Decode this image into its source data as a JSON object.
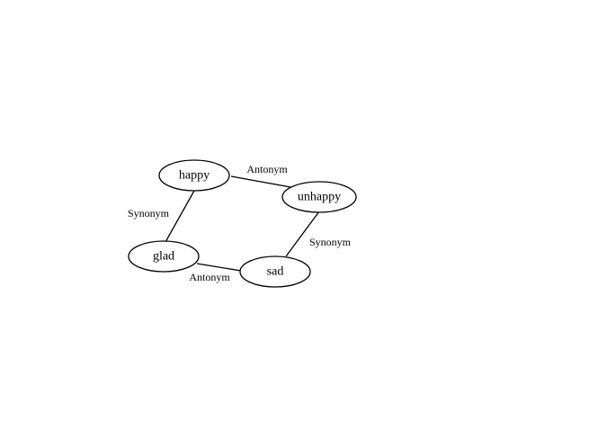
{
  "graph": {
    "nodes": [
      {
        "id": "happy",
        "label": "happy"
      },
      {
        "id": "unhappy",
        "label": "unhappy"
      },
      {
        "id": "glad",
        "label": "glad"
      },
      {
        "id": "sad",
        "label": "sad"
      }
    ],
    "edges": [
      {
        "from": "happy",
        "to": "unhappy",
        "label": "Antonym"
      },
      {
        "from": "happy",
        "to": "glad",
        "label": "Synonym"
      },
      {
        "from": "unhappy",
        "to": "sad",
        "label": "Synonym"
      },
      {
        "from": "glad",
        "to": "sad",
        "label": "Antonym"
      }
    ]
  }
}
